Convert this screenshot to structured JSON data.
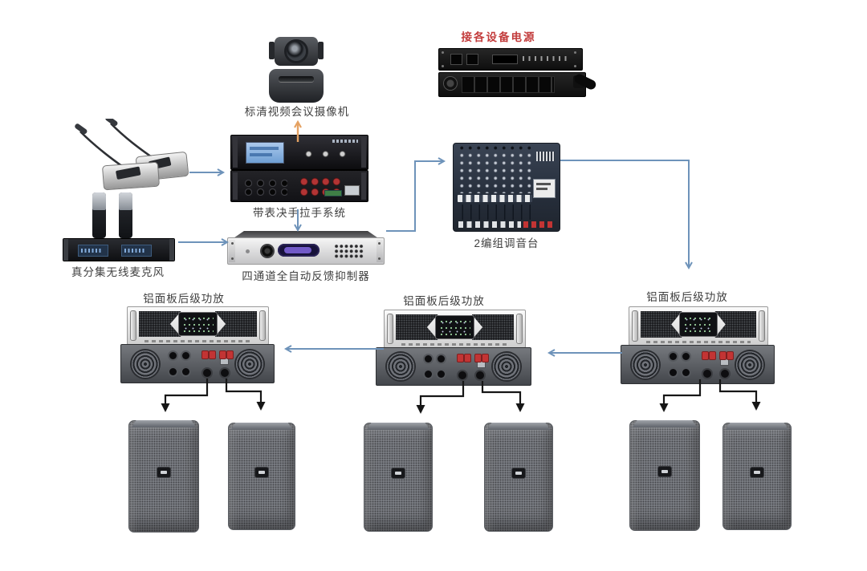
{
  "diagram_type": "av-system-connection-diagram",
  "labels": {
    "camera": "标清视频会议摄像机",
    "power": "接各设备电源",
    "wireless_mic": "真分集无线麦克风",
    "conference_system": "带表决手拉手系统",
    "feedback_suppressor": "四通道全自动反馈抑制器",
    "mixer": "2编组调音台",
    "amplifier": "铝面板后级功放"
  },
  "colors": {
    "background": "#ffffff",
    "power_label_red": "#c23b3b",
    "device_label": "#3f3f3f",
    "arrow_blue": "#6e93ba",
    "arrow_orange": "#e5a263",
    "arrow_black": "#161616",
    "lcd_blue": "#7aa8d8",
    "suppressor_display_purple": "#7c63d8",
    "binding_post_red": "#c23434",
    "mixer_body": "#2c3646"
  },
  "devices": [
    {
      "id": "camera",
      "label": "标清视频会议摄像机"
    },
    {
      "id": "power-sequencer",
      "label": "接各设备电源"
    },
    {
      "id": "conference-microphones",
      "label": ""
    },
    {
      "id": "wireless-microphone",
      "label": "真分集无线麦克风"
    },
    {
      "id": "conference-host-system",
      "label": "带表决手拉手系统"
    },
    {
      "id": "feedback-suppressor",
      "label": "四通道全自动反馈抑制器"
    },
    {
      "id": "mixer",
      "label": "2编组调音台"
    },
    {
      "id": "amplifier-left",
      "label": "铝面板后级功放"
    },
    {
      "id": "amplifier-middle",
      "label": "铝面板后级功放"
    },
    {
      "id": "amplifier-right",
      "label": "铝面板后级功放"
    },
    {
      "id": "speakers",
      "count": 6
    }
  ]
}
